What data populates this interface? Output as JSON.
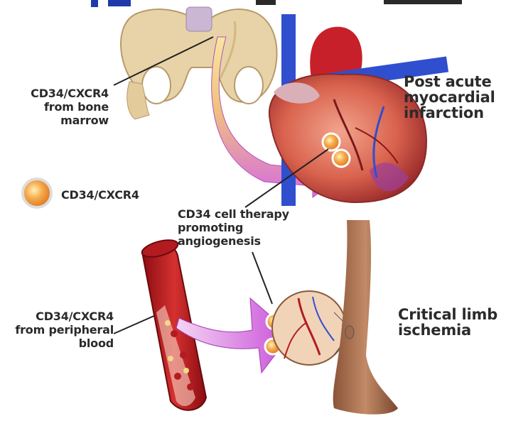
{
  "labels": {
    "bone_marrow": [
      "CD34/CXCR4",
      "from bone",
      "marrow"
    ],
    "post_acute": [
      "Post acute",
      "myocardial",
      "infarction"
    ],
    "legend_cell": "CD34/CXCR4",
    "therapy": [
      "CD34 cell therapy",
      "promoting",
      "angiogenesis"
    ],
    "peripheral": [
      "CD34/CXCR4",
      "from peripheral",
      "blood"
    ],
    "critical_limb": [
      "Critical limb",
      "ischemia"
    ]
  },
  "colors": {
    "bone": "#e8d3a8",
    "heart_red": "#c8202a",
    "vein_blue": "#2f4fcf",
    "arrow_magenta": "#d56be2",
    "arrow_yellow": "#f3dd6a",
    "cell_orange": "#f0a040",
    "skin": "#b0795a",
    "title_blue": "#1f3aa8"
  },
  "icons": [
    "pelvis-illustration",
    "heart-illustration",
    "stem-cell-icon",
    "blood-vessel-illustration",
    "leg-illustration",
    "flow-arrow"
  ]
}
